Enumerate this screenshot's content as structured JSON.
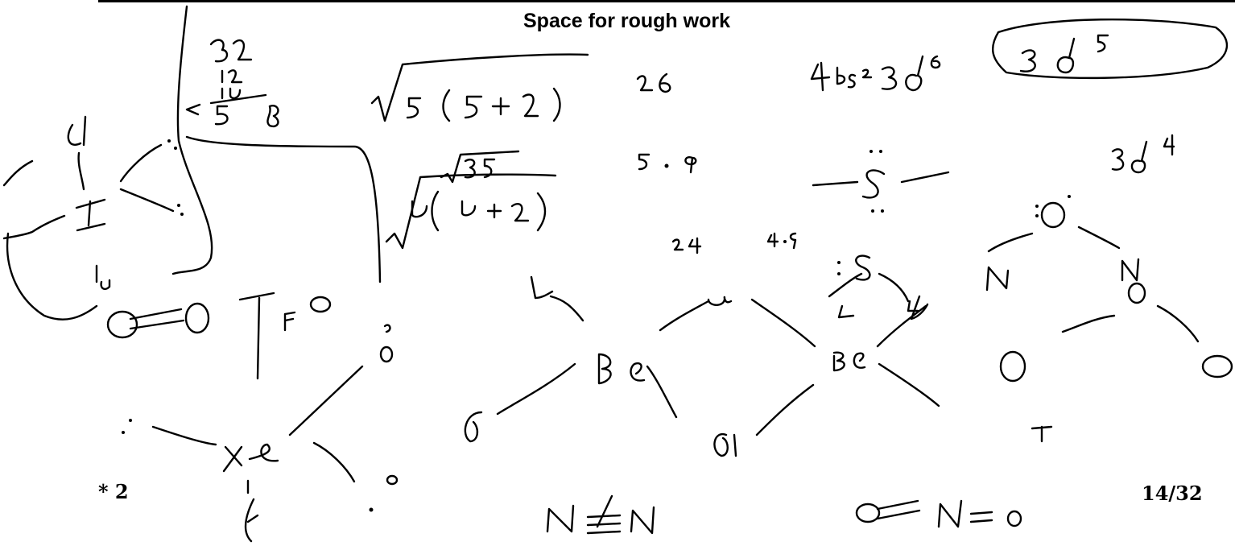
{
  "header": {
    "title": "Space for rough work"
  },
  "footer": {
    "marker": "* 2",
    "page_number": "14/32"
  },
  "rough_work": {
    "description_free": true
  }
}
